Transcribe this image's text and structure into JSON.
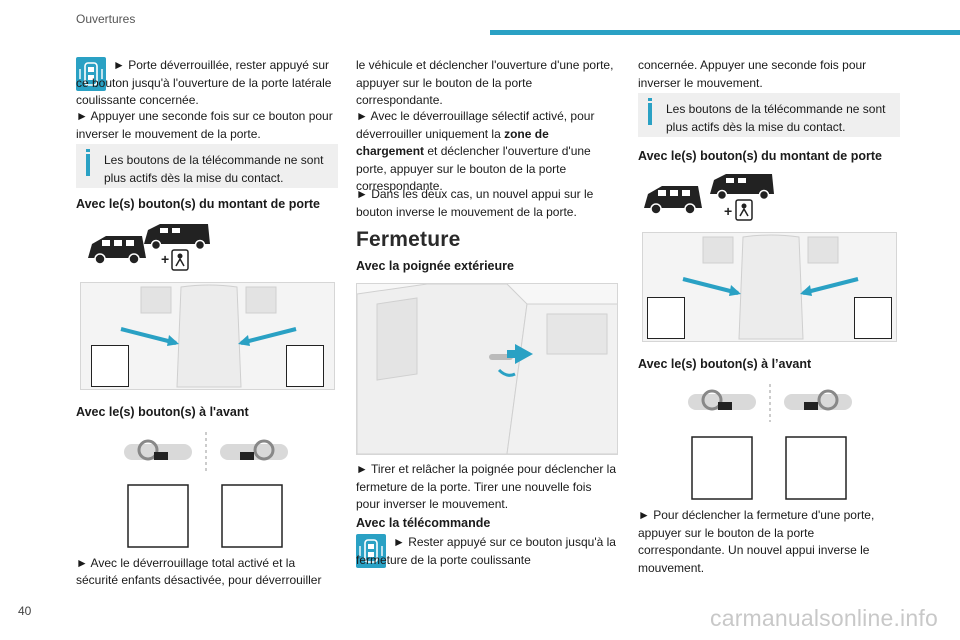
{
  "header": {
    "section": "Ouvertures"
  },
  "page_number": "40",
  "watermark": "carmanualsonline.info",
  "col1": {
    "intro_p1": "► Porte déverrouillée, rester appuyé sur ce bouton jusqu'à l'ouverture de la porte latérale coulissante concernée.",
    "intro_p2": "► Appuyer une seconde fois sur ce bouton pour inverser le mouvement de la porte.",
    "note": "Les boutons de la télécommande ne sont plus actifs dès la mise du contact.",
    "h_montant": "Avec le(s) bouton(s) du montant de porte",
    "h_avant": "Avec le(s) bouton(s) à l'avant",
    "p_total_1": "► Avec le déverrouillage total activé et la",
    "p_total_2": "sécurité enfants désactivée, pour déverrouiller"
  },
  "col2": {
    "p1": "le véhicule et déclencher l'ouverture d'une porte, appuyer sur le bouton de la porte correspondante.",
    "p2a": "► Avec le déverrouillage sélectif activé, pour déverrouiller uniquement la ",
    "p2b": "zone de chargement",
    "p2c": " et déclencher l'ouverture d'une porte, appuyer sur le bouton de la porte correspondante.",
    "p3": "► Dans les deux cas, un nouvel appui sur le bouton inverse le mouvement de la porte.",
    "h_fermeture": "Fermeture",
    "h_poignee": "Avec la poignée extérieure",
    "p4": "► Tirer et relâcher la poignée pour déclencher la fermeture de la porte. Tirer une nouvelle fois pour inverser le mouvement.",
    "h_telecommande": "Avec la télécommande",
    "p5": "► Rester appuyé sur ce bouton jusqu'à la fermeture de la porte coulissante"
  },
  "col3": {
    "p1": "concernée. Appuyer une seconde fois pour inverser le mouvement.",
    "note": "Les boutons de la télécommande ne sont plus actifs dès la mise du contact.",
    "h_montant": "Avec le(s) bouton(s) du montant de porte",
    "h_avant": "Avec le(s) bouton(s) à l’avant",
    "p2": "► Pour déclencher la fermeture d'une porte, appuyer sur le bouton de la porte correspondante. Un nouvel appui inverse le mouvement."
  },
  "colors": {
    "accent": "#2aa1c4",
    "note_bg": "#efefef"
  },
  "icons": [
    "remote-key-icon",
    "info-note-icon",
    "van-silhouette-icon",
    "child-safety-icon",
    "door-button-icon",
    "steering-wheel-icon"
  ]
}
